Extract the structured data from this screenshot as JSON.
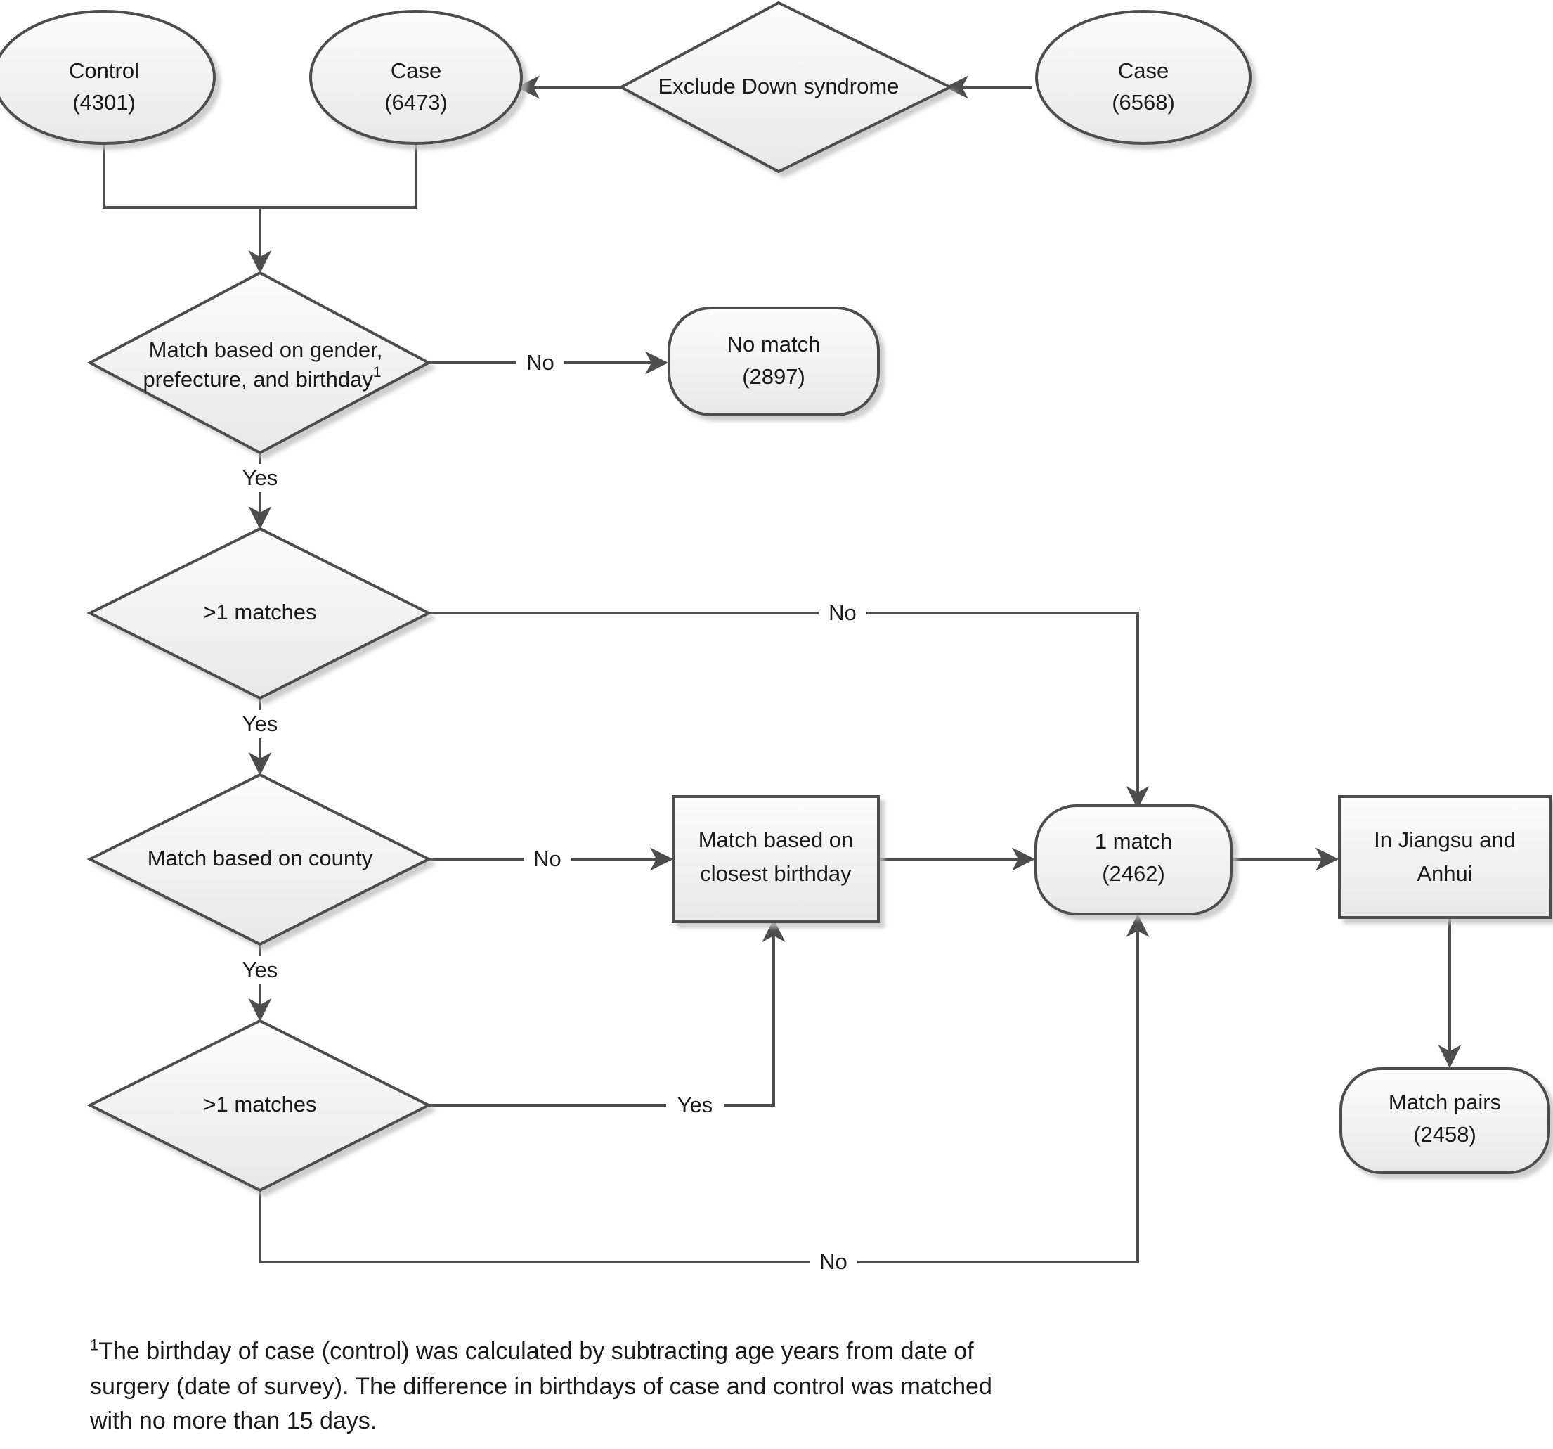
{
  "diagram": {
    "type": "flowchart",
    "title": "Case-control matching flowchart",
    "colors": {
      "stroke": "#4d4d4d",
      "fill_top": "#fbfbfb",
      "fill_bottom": "#e9e9e9",
      "text": "#1a1a1a",
      "shadow": "#d9d9d9",
      "background": "#ffffff"
    },
    "nodes": [
      {
        "id": "control",
        "shape": "ellipse",
        "line1": "Control",
        "line2": "(4301)"
      },
      {
        "id": "case_excluded",
        "shape": "ellipse",
        "line1": "Case",
        "line2": "(6473)"
      },
      {
        "id": "exclude_down",
        "shape": "diamond",
        "line1": "Exclude Down syndrome",
        "line2": ""
      },
      {
        "id": "case_initial",
        "shape": "ellipse",
        "line1": "Case",
        "line2": "(6568)"
      },
      {
        "id": "match_gender",
        "shape": "diamond",
        "line1": "Match based on gender,",
        "line2": "prefecture, and birthday",
        "superscript": "1"
      },
      {
        "id": "no_match",
        "shape": "rounded",
        "line1": "No match",
        "line2": "(2897)"
      },
      {
        "id": "gt1_matches_a",
        "shape": "diamond",
        "line1": ">1 matches",
        "line2": ""
      },
      {
        "id": "match_county",
        "shape": "diamond",
        "line1": "Match based on county",
        "line2": ""
      },
      {
        "id": "match_closest_birthday",
        "shape": "rect",
        "line1": "Match based on",
        "line2": "closest birthday"
      },
      {
        "id": "one_match",
        "shape": "rounded",
        "line1": "1 match",
        "line2": "(2462)"
      },
      {
        "id": "in_jiangsu_anhui",
        "shape": "rect",
        "line1": "In Jiangsu and",
        "line2": "Anhui"
      },
      {
        "id": "gt1_matches_b",
        "shape": "diamond",
        "line1": ">1 matches",
        "line2": ""
      },
      {
        "id": "match_pairs",
        "shape": "rounded",
        "line1": "Match pairs",
        "line2": "(2458)"
      }
    ],
    "edges": [
      {
        "id": "e1",
        "from": "case_initial",
        "to": "exclude_down",
        "label": ""
      },
      {
        "id": "e2",
        "from": "exclude_down",
        "to": "case_excluded",
        "label": ""
      },
      {
        "id": "e3",
        "from": "control+case_excluded",
        "to": "match_gender",
        "label": ""
      },
      {
        "id": "e4",
        "from": "match_gender",
        "to": "no_match",
        "label": "No"
      },
      {
        "id": "e5",
        "from": "match_gender",
        "to": "gt1_matches_a",
        "label": "Yes"
      },
      {
        "id": "e6",
        "from": "gt1_matches_a",
        "to": "one_match",
        "label": "No"
      },
      {
        "id": "e7",
        "from": "gt1_matches_a",
        "to": "match_county",
        "label": "Yes"
      },
      {
        "id": "e8",
        "from": "match_county",
        "to": "match_closest_birthday",
        "label": "No"
      },
      {
        "id": "e9",
        "from": "match_county",
        "to": "gt1_matches_b",
        "label": "Yes"
      },
      {
        "id": "e10",
        "from": "match_closest_birthday",
        "to": "one_match",
        "label": ""
      },
      {
        "id": "e11",
        "from": "one_match",
        "to": "in_jiangsu_anhui",
        "label": ""
      },
      {
        "id": "e12",
        "from": "in_jiangsu_anhui",
        "to": "match_pairs",
        "label": ""
      },
      {
        "id": "e13",
        "from": "gt1_matches_b",
        "to": "match_closest_birthday",
        "label": "Yes"
      },
      {
        "id": "e14",
        "from": "gt1_matches_b",
        "to": "one_match",
        "label": "No"
      }
    ],
    "edge_labels": {
      "match_gender_no": "No",
      "match_gender_yes": "Yes",
      "gt1_a_no": "No",
      "gt1_a_yes": "Yes",
      "county_no": "No",
      "county_yes": "Yes",
      "gt1_b_yes": "Yes",
      "gt1_b_no": "No"
    }
  },
  "footnote": {
    "marker": "1",
    "text": "The birthday of case (control) was calculated by subtracting age years from date of surgery (date of survey). The difference in birthdays of case and control was matched with no more than 15 days."
  }
}
